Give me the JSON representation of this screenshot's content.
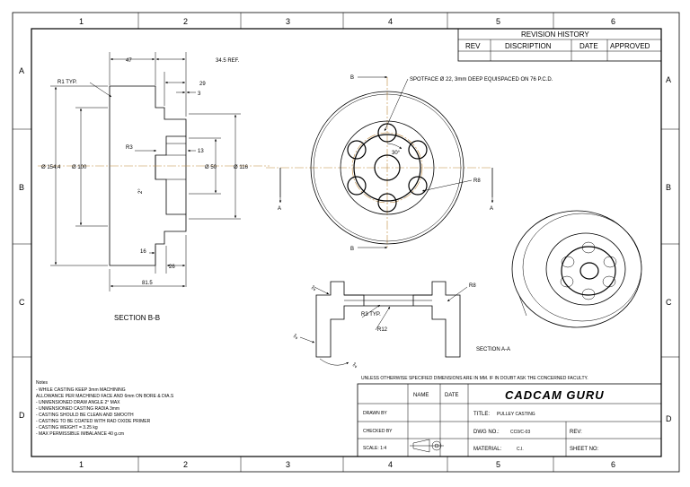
{
  "border": {
    "cols": [
      "1",
      "2",
      "3",
      "4",
      "5",
      "6"
    ],
    "rows": [
      "A",
      "B",
      "C",
      "D"
    ]
  },
  "revision": {
    "title": "REVISION HISTORY",
    "headers": [
      "REV",
      "DISCRIPTION",
      "DATE",
      "APPROVED"
    ]
  },
  "section_view": {
    "title": "SECTION B-B",
    "dims": {
      "d47": "47",
      "d345": "34.5 REF.",
      "d29": "29",
      "d3": "3",
      "r1": "R1 TYP.",
      "r3": "R3",
      "d13": "13",
      "dia154": "Ø 154.4",
      "dia100": "Ø 100",
      "dia50": "Ø 50",
      "dia116": "Ø 116",
      "ang2": "2°",
      "d16": "16",
      "d26": "26",
      "d815": "81.5"
    }
  },
  "front_view": {
    "spotface_note": "SPOTFACE Ø 22, 3mm DEEP EQUISPACED ON 76 P.C.D.",
    "angle": "30°",
    "r8": "R8",
    "label_b": "B",
    "label_a": "A"
  },
  "section_a": {
    "title": "SECTION A-A",
    "r8": "R8",
    "r3": "R3 TYP.",
    "r12": "R12",
    "ang": "2°"
  },
  "notes": {
    "title": "Notes",
    "lines": [
      "- WHILE CASTING KEEP 3mm MACHINING",
      "  ALLOWANCE PER MACHINED FACE AND 6mm ON BORE & DIA.S",
      "- UNMENSIONED DRAW ANGLE 2° MAX",
      "- UNMENSIONED CASTING RADIA 3mm",
      "- CASTING SHOULD BE CLEAN AND SMOOTH",
      "- CASTING TO BE COATED WITH RAD OXIDE PRIMER",
      "- CASTING WEIGHT = 3.25 kg",
      "- MAX PERMISSIBLE IMBALANCE 40 g.cm"
    ]
  },
  "title_block": {
    "disclaimer": "UNLESS OTHERWISE SPECIFIED DIMENSIONS ARE IN MM. IF IN DOUBT ASK THE CONCERNED FACULTY.",
    "name_header": "NAME",
    "date_header": "DATE",
    "logo_text": "CADCAM GURU",
    "drawn_by": "DRAWN BY",
    "checked_by": "CHECKED BY",
    "scale": "SCALE: 1:4",
    "title_label": "TITLE:",
    "title_value": "PULLEY CASTING",
    "dwg_label": "DWG NO.:",
    "dwg_value": "CC0/C-03",
    "rev_label": "REV:",
    "material_label": "MATERIAL:",
    "material_value": "C.I.",
    "sheet_label": "SHEET NO:"
  },
  "colors": {
    "ink": "#000000",
    "centerline": "#c08a3e",
    "logo_red": "#d9221f"
  }
}
